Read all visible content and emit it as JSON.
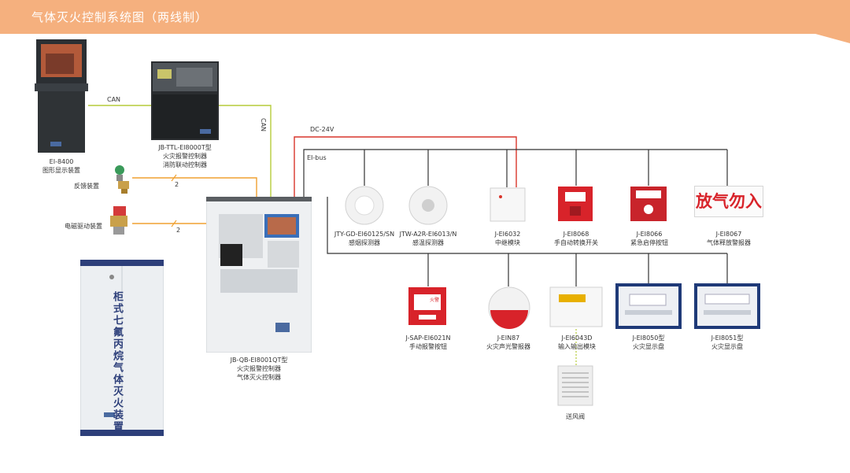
{
  "title": "气体灭火控制系统图（两线制）",
  "wire_labels": {
    "can1": "CAN",
    "can2": "CAN",
    "dc": "DC-24V",
    "ebus": "EI-bus",
    "loop1": "2",
    "loop2": "2"
  },
  "colors": {
    "header": "#f5b07e",
    "can": "#b6cc3a",
    "loop": "#f0a030",
    "dc": "#d9352b",
    "bus": "#333333"
  },
  "devices": {
    "graphic": {
      "model": "EI-8400",
      "name": "图形显示装置"
    },
    "ttl": {
      "model": "JB-TTL-EI8000T型",
      "name": "火灾报警控制器",
      "name2": "消防联动控制器"
    },
    "feedback": {
      "name": "反馈装置"
    },
    "solenoid": {
      "name": "电磁驱动装置"
    },
    "cabinet": {
      "text": "柜式七氟丙烷气体灭火装置"
    },
    "panel": {
      "model": "JB-QB-EI8001QT型",
      "name": "火灾报警控制器",
      "name2": "气体灭火控制器"
    },
    "smoke": {
      "model": "JTY-GD-EI60125/SN",
      "name": "感烟探测器"
    },
    "heat": {
      "model": "JTW-A2R-EI6013/N",
      "name": "感温探测器"
    },
    "relay": {
      "model": "J-EI6032",
      "name": "中继模块"
    },
    "switch": {
      "model": "J-EI8068",
      "name": "手自动转换开关"
    },
    "estop": {
      "model": "J-EI8066",
      "name": "紧急启停按钮"
    },
    "release": {
      "model": "J-EI8067",
      "name": "气体释放警报器",
      "sign": "放气勿入"
    },
    "callpoint": {
      "model": "J-SAP-EI6021N",
      "name": "手动报警按钮",
      "tag": "火警"
    },
    "sounder": {
      "model": "J-EIN87",
      "name": "火灾声光警报器"
    },
    "io": {
      "model": "J-EI6043D",
      "name": "输入输出模块"
    },
    "disp1": {
      "model": "J-EI8050型",
      "name": "火灾显示盘"
    },
    "disp2": {
      "model": "J-EI8051型",
      "name": "火灾显示盘"
    },
    "vent": {
      "name": "送风阀"
    }
  }
}
